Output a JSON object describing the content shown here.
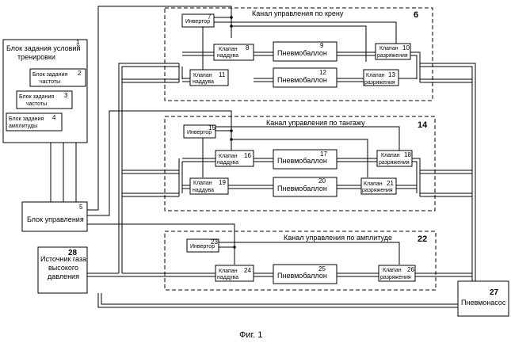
{
  "units": {
    "u1": {
      "name": "Блок задания условий",
      "name2": "тренировки",
      "num": "1"
    },
    "u2": {
      "name": "Блок задания",
      "name2": "частоты",
      "num": "2"
    },
    "u3": {
      "name": "Блок задания",
      "name2": "частоты",
      "num": "3"
    },
    "u4": {
      "name": "Блок задания",
      "name2": "амплитуды",
      "num": "4"
    },
    "u5": {
      "name": "Блок управления",
      "num": "5"
    },
    "u28": {
      "name": "Источник газа",
      "name2": "высокого",
      "name3": "давления",
      "num": "28"
    },
    "u27": {
      "name": "Пневмонасос",
      "num": "27"
    }
  },
  "channels": {
    "c6": {
      "title": "Канал управления по крену",
      "num": "6",
      "inverter": {
        "label": "Инвертор",
        "num": "7"
      },
      "row1": {
        "inlet": {
          "l1": "Клапан",
          "l2": "наддува",
          "num": "8"
        },
        "balloon": {
          "label": "Пневмобаллон",
          "num": "9"
        },
        "outlet": {
          "l1": "Клапан",
          "l2": "разряжения",
          "num": "10"
        }
      },
      "row2": {
        "inlet": {
          "l1": "Клапан",
          "l2": "наддува",
          "num": "11"
        },
        "balloon": {
          "label": "Пневмобаллон",
          "num": "12"
        },
        "outlet": {
          "l1": "Клапан",
          "l2": "разряжения",
          "num": "13"
        }
      }
    },
    "c14": {
      "title": "Канал управления по тангажу",
      "num": "14",
      "inverter": {
        "label": "Инвертор",
        "num": "15"
      },
      "row1": {
        "inlet": {
          "l1": "Клапан",
          "l2": "наддува",
          "num": "16"
        },
        "balloon": {
          "label": "Пневмобаллон",
          "num": "17"
        },
        "outlet": {
          "l1": "Клапан",
          "l2": "разряжения",
          "num": "18"
        }
      },
      "row2": {
        "inlet": {
          "l1": "Клапан",
          "l2": "наддува",
          "num": "19"
        },
        "balloon": {
          "label": "Пневмобаллон",
          "num": "20"
        },
        "outlet": {
          "l1": "Клапан",
          "l2": "разряжения",
          "num": "21"
        }
      }
    },
    "c22": {
      "title": "Канал управления по амплитуде",
      "num": "22",
      "inverter": {
        "label": "Инвертор",
        "num": "23"
      },
      "row1": {
        "inlet": {
          "l1": "Клапан",
          "l2": "наддува",
          "num": "24"
        },
        "balloon": {
          "label": "Пневмобаллон",
          "num": "25"
        },
        "outlet": {
          "l1": "Клапан",
          "l2": "разряжения",
          "num": "26"
        }
      }
    }
  },
  "caption": "Фиг. 1"
}
